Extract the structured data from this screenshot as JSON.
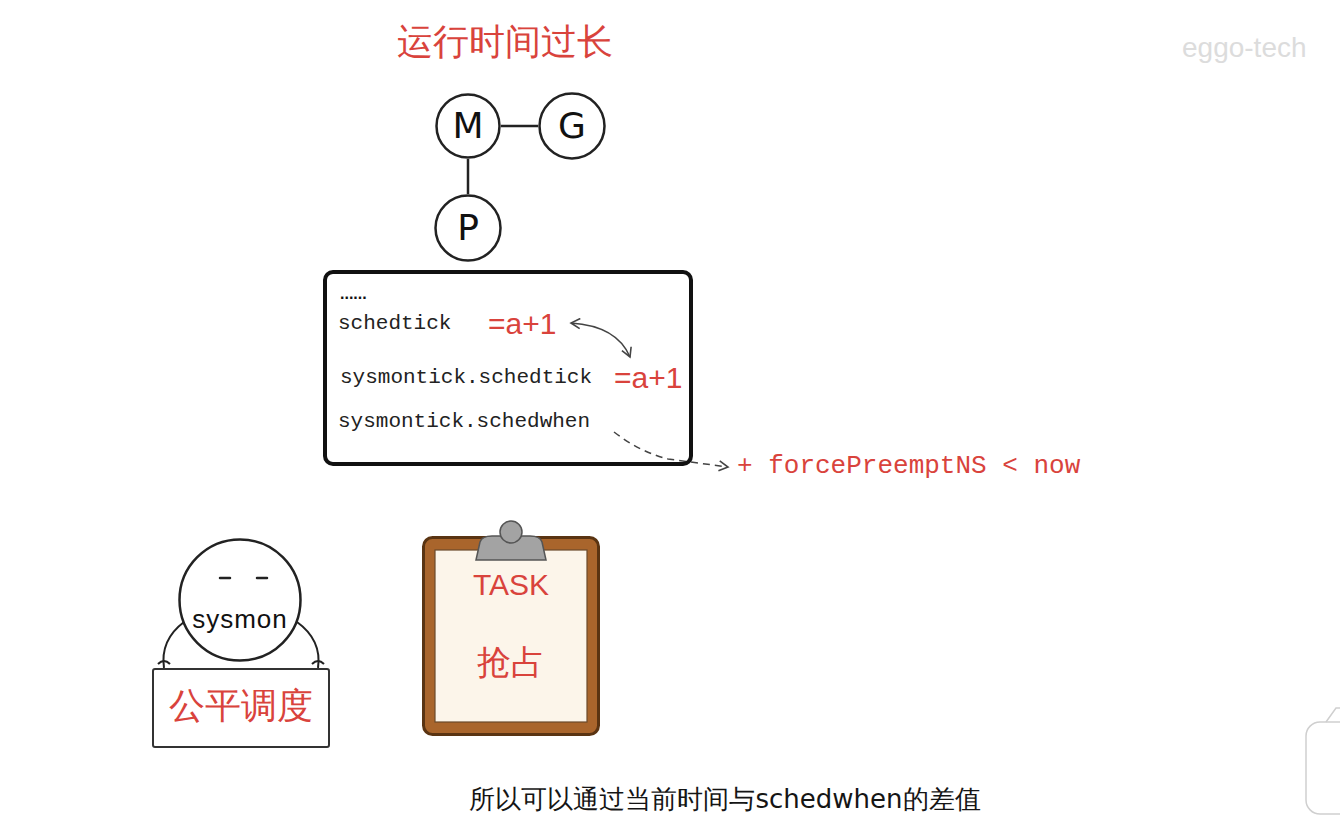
{
  "diagram": {
    "title": "运行时间过长",
    "caption": "所以可以通过当前时间与schedwhen的差值",
    "nodes": [
      {
        "text": [
          "M"
        ]
      },
      {
        "text": [
          "G"
        ]
      },
      {
        "text": [
          "P"
        ]
      },
      {
        "text": [
          "......",
          "schedtick",
          "=a+1",
          "sysmontick.schedtick",
          "=a+1",
          "sysmontick.schedwhen"
        ]
      },
      {
        "text": [
          "sysmon"
        ]
      },
      {
        "text": [
          "公平调度"
        ]
      },
      {
        "text": [
          "TASK",
          "抢占"
        ]
      }
    ],
    "edges": [
      {
        "from": 0,
        "to": 1,
        "arrow": "none"
      },
      {
        "from": 0,
        "to": 2,
        "arrow": "none"
      }
    ],
    "labels": [
      "+ forcePreemptNS < now",
      "eggo-tech"
    ]
  }
}
